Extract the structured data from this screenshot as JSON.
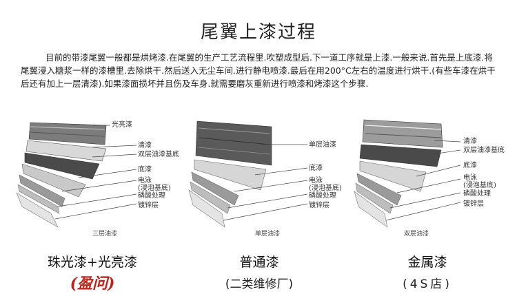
{
  "title": "尾翼上漆过程",
  "intro": "目前的带漆尾翼一般都是烘烤漆.在尾翼的生产工艺流程里.吹塑成型后.下一道工序就是上漆.一般来说.首先是上底漆.将尾翼浸入糖浆一样的漆槽里.去除烘干.然后送入无尘车间.进行静电喷漆.最后在用200°C左右的温度进行烘干.(有些车漆在烘干后还有加上一层清漆).如果漆面损坏并且伤及车身.就需要磨灰重新进行喷漆和烤漆这个步骤.",
  "diagrams": [
    {
      "caption": "三层油漆",
      "labels": [
        "光亮漆",
        "清漆",
        "双层油漆基底",
        "底漆",
        "电泳",
        "(浸泡基底)",
        "磷酸处理",
        "镀锌层"
      ],
      "name": "珠光漆+光亮漆",
      "sub": "(盈问)"
    },
    {
      "caption": "单层油漆",
      "labels": [
        "单层油漆",
        "底漆",
        "电泳",
        "(浸泡基底)",
        "磷酸处理",
        "镀锌层"
      ],
      "name": "普通漆",
      "sub": "(二类维修厂)"
    },
    {
      "caption": "双层油漆",
      "labels": [
        "清漆",
        "双层油漆基底",
        "底漆",
        "电泳",
        "(浸泡基底)",
        "磷酸处理",
        "镀锌层"
      ],
      "name": "金属漆",
      "sub": "(4S店)"
    }
  ],
  "colors": {
    "dark_layer": "#3a3a3a",
    "mid_layer": "#8a8a8a",
    "light_layer": "#d8d8d8",
    "accent_red": "#c2221a"
  }
}
